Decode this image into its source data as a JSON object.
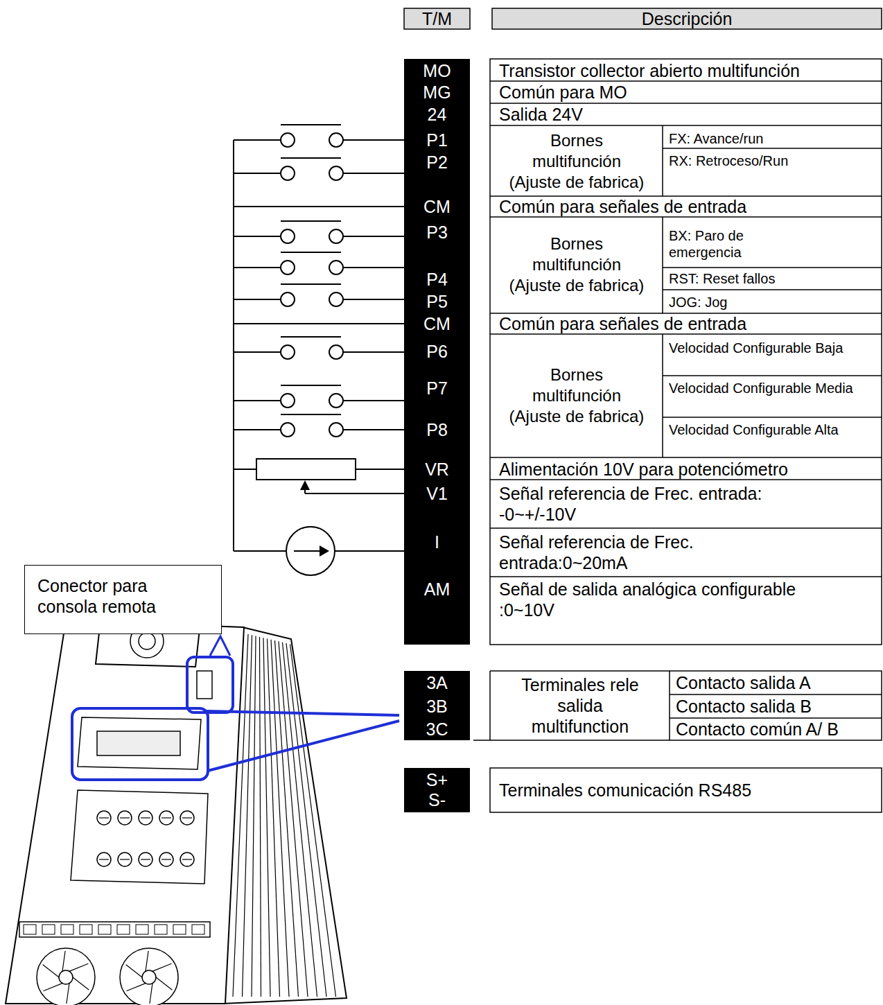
{
  "diagram": {
    "nodes": [
      {
        "text": [
          "Conector para consola remota"
        ]
      }
    ],
    "labels": [
      "T/M",
      "Descripción",
      "MO",
      "Transistor collector abierto multifunción",
      "MG",
      "Común  para MO",
      "24",
      "Salida  24V",
      "P1",
      "Bornes multifunción (Ajuste de fabrica)",
      "FX: Avance/run",
      "P2",
      "RX: Retroceso/Run",
      "CM",
      "Común para señales de entrada",
      "P3",
      "Bornes multifunción (Ajuste de fabrica)",
      "BX: Paro de emergencia",
      "P4",
      "RST: Reset fallos",
      "P5",
      "JOG: Jog",
      "CM",
      "Común para señales de entrada",
      "P6",
      "Bornes multifunción (Ajuste de fabrica)",
      "Velocidad Configurable Baja",
      "P7",
      "Velocidad Configurable Media",
      "P8",
      "Velocidad Configurable Alta",
      "VR",
      "Alimentación 10V para potenciómetro",
      "V1",
      "Señal referencia de Frec. entrada: -0~+/-10V",
      "I",
      "Señal referencia de Frec. entrada:0~20mA",
      "AM",
      "Señal de salida analógica configurable :0~10V",
      "3A",
      "Terminales rele salida multifunction",
      "Contacto salida A",
      "3B",
      "Contacto salida B",
      "3C",
      "Contacto común A/ B",
      "S+",
      "S-",
      "Terminales  comunicación RS485"
    ]
  }
}
